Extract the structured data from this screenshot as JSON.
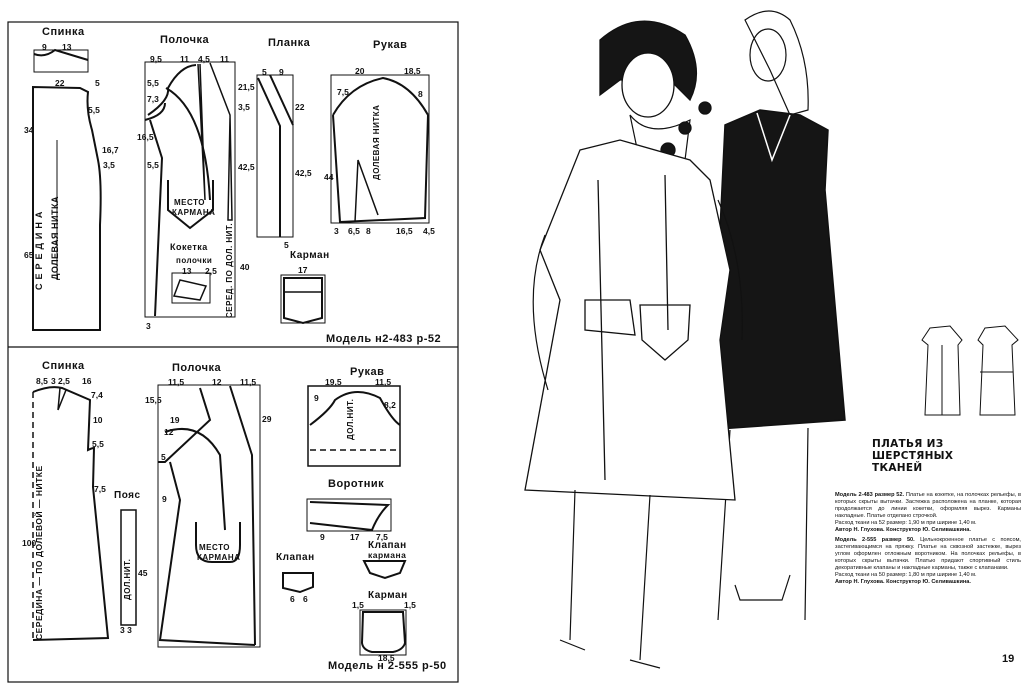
{
  "top_pattern": {
    "model_label": "Модель н2-483 р-52",
    "pieces": {
      "back": "Спинка",
      "front": "Полочка",
      "placket": "Планка",
      "sleeve": "Рукав",
      "yoke_line1": "Кокетка",
      "yoke_line2": "полочки",
      "pocket": "Карман",
      "pocket_place_1": "МЕСТО",
      "pocket_place_2": "КАРМАНА",
      "center": "СЕРЕДИНА",
      "grain": "ДОЛЕВАЯ НИТКА",
      "sleeve_grain": "ДОЛЕВАЯ НИТКА",
      "front_center": "СЕРЕД. ПО ДОЛ. НИТ."
    },
    "dims": [
      "9",
      "13",
      "22",
      "5",
      "34",
      "65",
      "5,5",
      "16,7",
      "3,5",
      "9,5",
      "11",
      "4,5",
      "11",
      "5,5",
      "7,3",
      "16,5",
      "5,5",
      "21,5",
      "3,5",
      "42,5",
      "40",
      "5",
      "9",
      "22",
      "42,5",
      "5",
      "20",
      "18,5",
      "7,5",
      "8",
      "44",
      "3",
      "6,5",
      "8",
      "16,5",
      "4,5",
      "13",
      "2,5",
      "17",
      "3"
    ]
  },
  "bottom_pattern": {
    "model_label": "Модель н 2-555 р-50",
    "pieces": {
      "back": "Спинка",
      "front": "Полочка",
      "sleeve": "Рукав",
      "collar": "Воротник",
      "belt": "Пояс",
      "flap": "Клапан",
      "pocket_flap_1": "Клапан",
      "pocket_flap_2": "кармана",
      "pocket": "Карман",
      "pocket_place_1": "МЕСТО",
      "pocket_place_2": "КАРМАНА",
      "center": "СЕРЕДИНА — ПО ДОЛЕВОЙ — НИТКЕ",
      "sleeve_grain": "ДОЛ.НИТ.",
      "belt_grain": "ДОЛ.НИТ."
    },
    "dims": [
      "8,5",
      "3",
      "2,5",
      "16",
      "7,4",
      "10",
      "5,5",
      "7,5",
      "11,5",
      "12",
      "11,5",
      "15,5",
      "19",
      "12",
      "5",
      "9",
      "29",
      "19,5",
      "11,5",
      "9",
      "8,2",
      "9",
      "17",
      "7,5",
      "6",
      "6",
      "3 3",
      "45",
      "100",
      "1,5",
      "1,5",
      "18,5"
    ]
  },
  "article": {
    "title_line1": "ПЛАТЬЯ ИЗ ШЕРСТЯНЫХ",
    "title_line2": "ТКАНЕЙ",
    "p1_head": "Модель 2-483 размер 52.",
    "p1_body": "Платье на кокетке, на полочках рельефы, в которых скрыты вытачки. Застежка расположена на планке, которая продолжается до линии кокетки, оформляя вырез. Карманы накладные. Платье отделано строчкой.",
    "p1_fabric": "Расход ткани на 52 размер: 1,90 м при ширине 1,40 м.",
    "p1_authors": "Автор Н. Глухова. Конструктор Ю. Селивашкина.",
    "p2_head": "Модель 2-555 размер 50.",
    "p2_body": "Цельнокроенное платье с поясом, застегивающимся на пряжку. Платье на сквозной застежке, вырез углом оформлен отложным воротником. На полочках рельефы, в которых скрыты вытачки. Платью придают спортивный стиль декоративные клапаны и накладные карманы, также с клапанами.",
    "p2_fabric": "Расход ткани на 50 размер: 1,80 м при ширине 1,40 м.",
    "p2_authors": "Автор Н. Глухова. Конструктор Ю. Селивашкина."
  },
  "page_number": "19"
}
